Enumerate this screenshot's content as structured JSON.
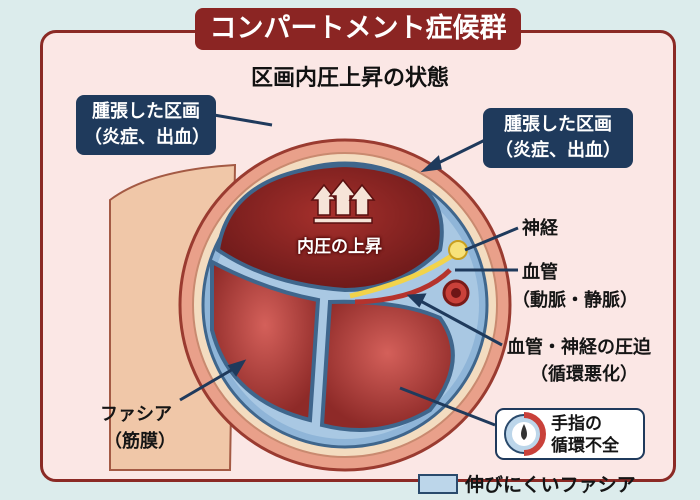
{
  "title": "コンパートメント症候群",
  "subtitle": "区画内圧上昇の状態",
  "labels": {
    "swollen_left": [
      "腫張した区画",
      "（炎症、出血）"
    ],
    "swollen_right": [
      "腫張した区画",
      "（炎症、出血）"
    ],
    "pressure": "内圧の上昇",
    "nerve": "神経",
    "vessel": "血管",
    "vessel_detail": "（動脈・静脈）",
    "compression": "血管・神経の圧迫",
    "compression_detail": "（循環悪化）",
    "fascia": "ファシア",
    "fascia_detail": "（筋膜）",
    "finger": [
      "手指の",
      "循環不全"
    ]
  },
  "legend": {
    "label": "伸びにくいファシア",
    "color": "#bcd6ea"
  },
  "colors": {
    "brand": "#8b2523",
    "navy": "#1f3a5c",
    "muscle": "#b8433c",
    "fascia": "#8fb5d8",
    "nerve": "#f2d34a"
  }
}
